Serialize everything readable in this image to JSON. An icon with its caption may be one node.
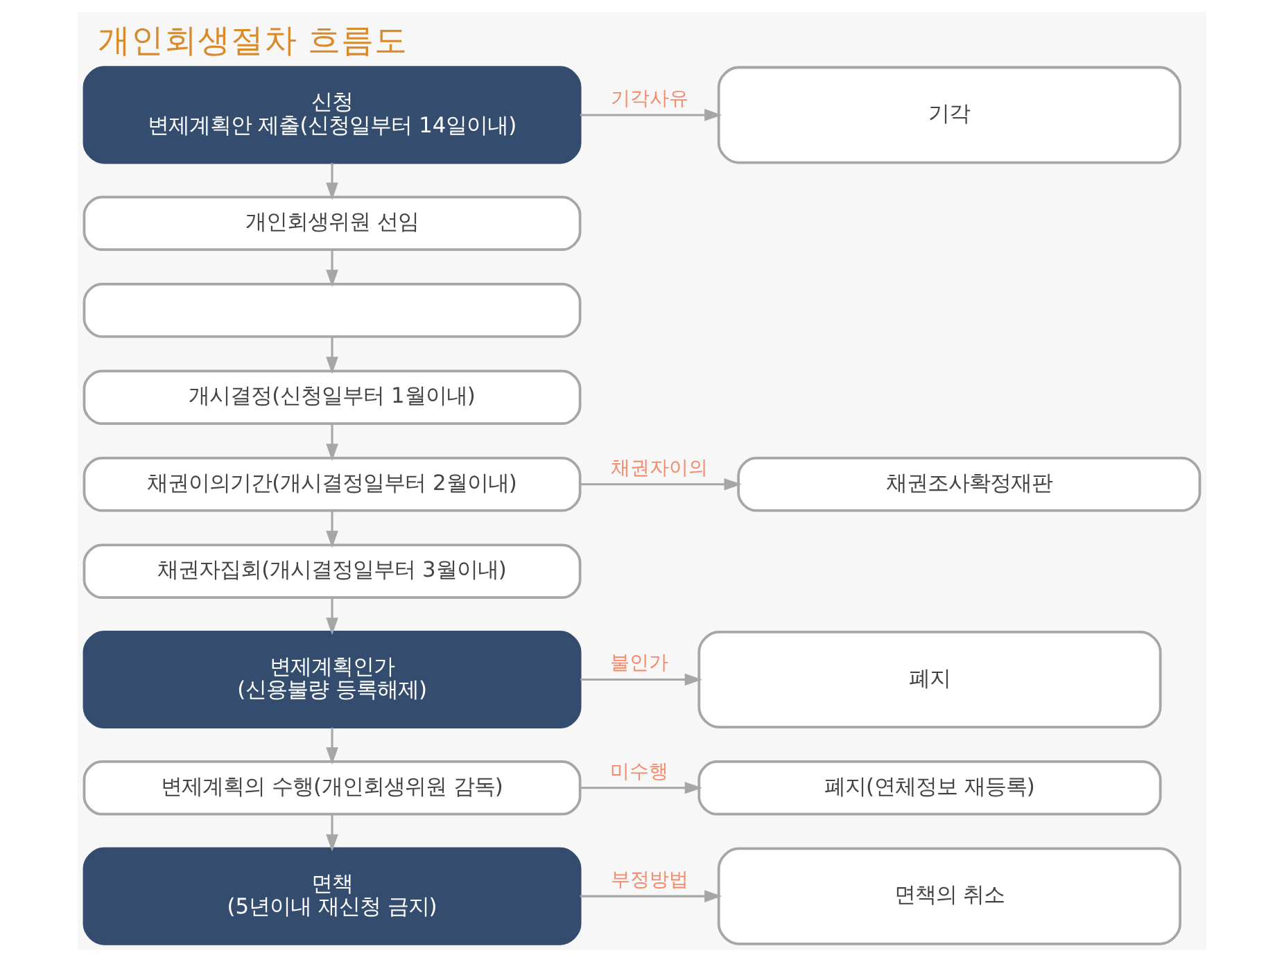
{
  "diagram": {
    "title": "개인회생절차 흐름도",
    "nodes": [
      {
        "text": [
          "신청",
          "변제계획안 제출(신청일부터 14일이내)"
        ]
      },
      {
        "text": [
          "기각"
        ]
      },
      {
        "text": [
          "개인회생위원 선임"
        ]
      },
      {
        "text": [],
        "shape": "box"
      },
      {
        "text": [
          "개시결정(신청일부터 1월이내)"
        ]
      },
      {
        "text": [
          "채권이의기간(개시결정일부터 2월이내)"
        ]
      },
      {
        "text": [
          "채권조사확정재판"
        ]
      },
      {
        "text": [
          "채권자집회(개시결정일부터 3월이내)"
        ]
      },
      {
        "text": [
          "변제계획인가",
          "(신용불량 등록해제)"
        ]
      },
      {
        "text": [
          "폐지"
        ]
      },
      {
        "text": [
          "변제계획의 수행(개인회생위원 감독)"
        ]
      },
      {
        "text": [
          "폐지(연체정보 재등록)"
        ]
      },
      {
        "text": [
          "면책",
          "(5년이내 재신청 금지)"
        ]
      },
      {
        "text": [
          "면책의 취소"
        ]
      }
    ],
    "edges": [
      {
        "from": 0,
        "to": 1,
        "arrow": "to",
        "label": "기각사유"
      },
      {
        "from": 0,
        "to": 2,
        "arrow": "to"
      },
      {
        "from": 2,
        "to": 3,
        "arrow": "to"
      },
      {
        "from": 3,
        "to": 4,
        "arrow": "to"
      },
      {
        "from": 4,
        "to": 5,
        "arrow": "to"
      },
      {
        "from": 5,
        "to": 6,
        "arrow": "to",
        "label": "채권자이의"
      },
      {
        "from": 5,
        "to": 7,
        "arrow": "to"
      },
      {
        "from": 7,
        "to": 8,
        "arrow": "to"
      },
      {
        "from": 8,
        "to": 9,
        "arrow": "to",
        "label": "불인가"
      },
      {
        "from": 8,
        "to": 10,
        "arrow": "to"
      },
      {
        "from": 10,
        "to": 11,
        "arrow": "to",
        "label": "미수행"
      },
      {
        "from": 10,
        "to": 12,
        "arrow": "to"
      },
      {
        "from": 12,
        "to": 13,
        "arrow": "to",
        "label": "부정방법"
      }
    ]
  }
}
